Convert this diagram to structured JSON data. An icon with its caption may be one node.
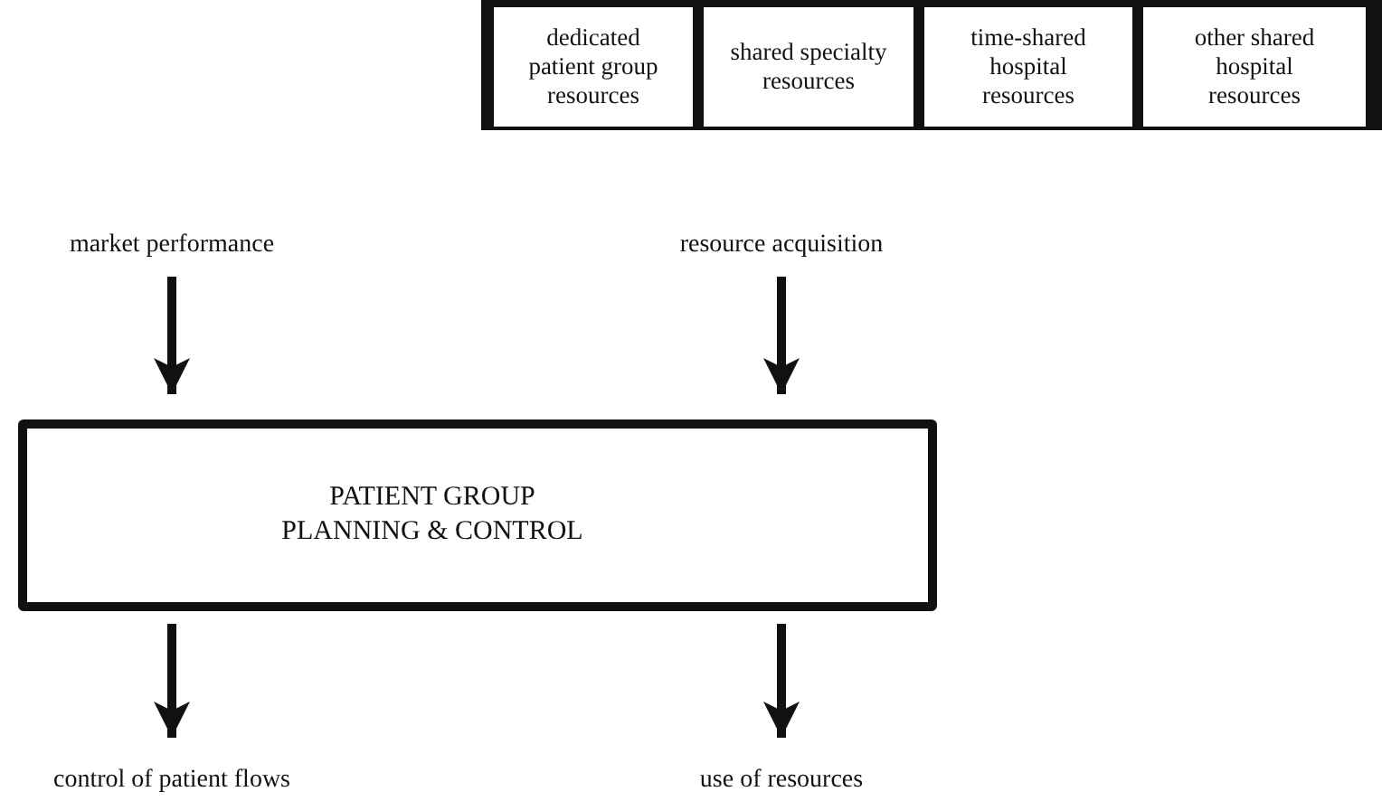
{
  "diagram": {
    "nodes": [
      {
        "text": [],
        "shape": "box"
      },
      {
        "text": [
          "dedicated patient group resources"
        ],
        "in": 0
      },
      {
        "text": [
          "shared specialty resources"
        ],
        "in": 0
      },
      {
        "text": [
          "time-shared hospital resources"
        ],
        "in": 0
      },
      {
        "text": [
          "other shared hospital resources"
        ],
        "in": 0
      },
      {
        "text": [
          "market performance"
        ]
      },
      {
        "text": [
          "resource acquisition"
        ]
      },
      {
        "text": [
          "PATIENT GROUP PLANNING & CONTROL"
        ]
      },
      {
        "text": [
          "control of patient flows"
        ]
      },
      {
        "text": [
          "use of resources"
        ]
      }
    ],
    "edges": [
      {
        "from": 5,
        "to": 7,
        "arrow": "to"
      },
      {
        "from": 6,
        "to": 7,
        "arrow": "to"
      },
      {
        "from": 7,
        "to": 8,
        "arrow": "to"
      },
      {
        "from": 7,
        "to": 9,
        "arrow": "to"
      }
    ]
  }
}
